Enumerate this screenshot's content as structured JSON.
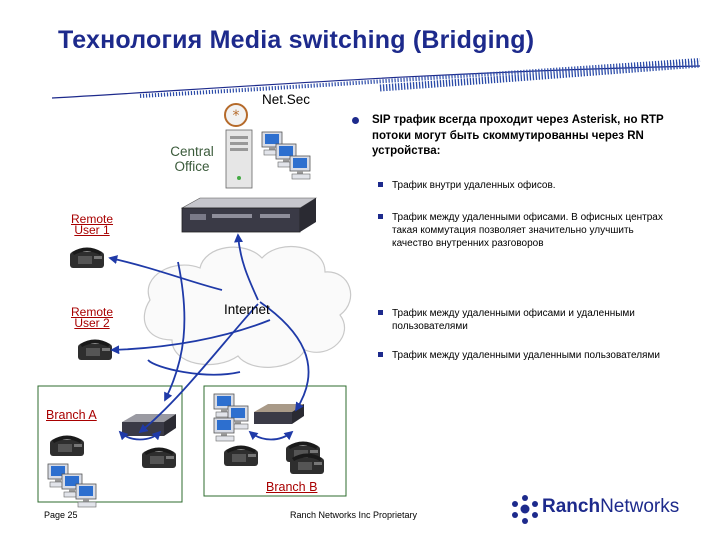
{
  "title": "Технология Media switching (Bridging)",
  "diagram": {
    "netsec_label": "Net.Sec",
    "central_office_label": "Central Office",
    "remote_user_1_label": "Remote User 1",
    "remote_user_2_label": "Remote User 2",
    "internet_label": "Internet",
    "branch_a_label": "Branch A",
    "branch_b_label": "Branch B"
  },
  "bullets": {
    "main": "SIP трафик всегда проходит через Asterisk, но RTP потоки могут быть скоммутированны через RN устройства:",
    "sub": [
      "Трафик внутри удаленных офисов.",
      "Трафик между удаленными офисами. В офисных центрах такая коммутация позволяет значительно улучшить качество внутренних разговоров",
      "Трафик между удаленными офисами и удаленными пользователями",
      "Трафик между удаленными удаленными пользователями"
    ]
  },
  "footer": {
    "page": "Page 25",
    "proprietary": "Ranch Networks Inc Proprietary",
    "logo_text_bold": "Ranch",
    "logo_text_rest": "Networks"
  },
  "colors": {
    "title": "#1d2a8c",
    "arrows": "#1f3aa8",
    "red_label": "#a80000",
    "branch_box": "#2c6b2c"
  }
}
